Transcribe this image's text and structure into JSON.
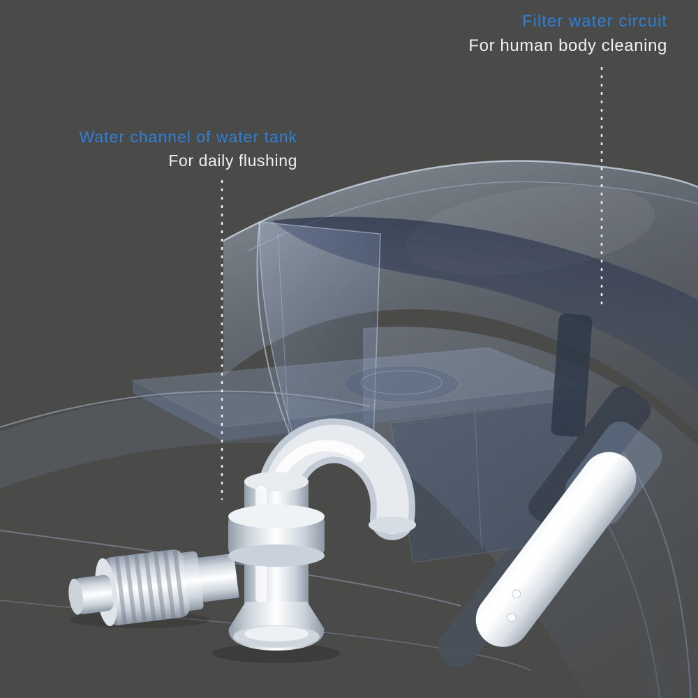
{
  "scene": {
    "background_color": "#4a4a49",
    "accent_color": "#2d7fd8",
    "text_color": "#eef1f4",
    "leader_line_color": "#ededed",
    "illustration": "xray-render-of-smart-toilet-seat-internals-with-inlet-valve-and-spray-wand"
  },
  "annotations": {
    "filter_circuit": {
      "title": "Filter water circuit",
      "subtitle": "For human body cleaning"
    },
    "water_tank": {
      "title": "Water channel of water tank",
      "subtitle": "For daily flushing"
    }
  }
}
